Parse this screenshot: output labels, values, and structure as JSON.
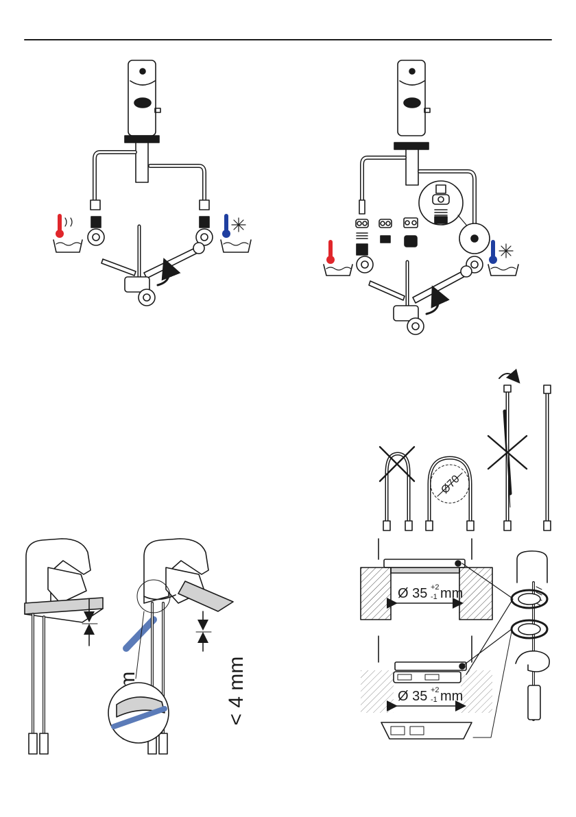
{
  "dimension_labels": {
    "hole_diameter_top": "Ø 35",
    "hole_diameter_top_tol_plus": "+2",
    "hole_diameter_top_tol_minus": "-1",
    "hole_diameter_top_unit": "mm",
    "hole_diameter_bottom": "Ø 35",
    "hole_diameter_bottom_tol_plus": "+2",
    "hole_diameter_bottom_tol_minus": "-1",
    "hole_diameter_bottom_unit": "mm",
    "bend_radius": "Ø70",
    "gap_greater": "> 4 mm",
    "gap_less": "< 4 mm"
  },
  "colors": {
    "line": "#1a1a1a",
    "hot": "#e0262b",
    "cold": "#1f3fa0",
    "hatch": "#444444",
    "tool_blue": "#5b7bb8",
    "shade": "#d2d2d2"
  },
  "icons": {
    "hot_water": "thermometer-hot-icon",
    "cold_water": "thermometer-cold-icon",
    "forbidden": "cross-out-icon",
    "rotate": "rotate-arrow-icon"
  }
}
